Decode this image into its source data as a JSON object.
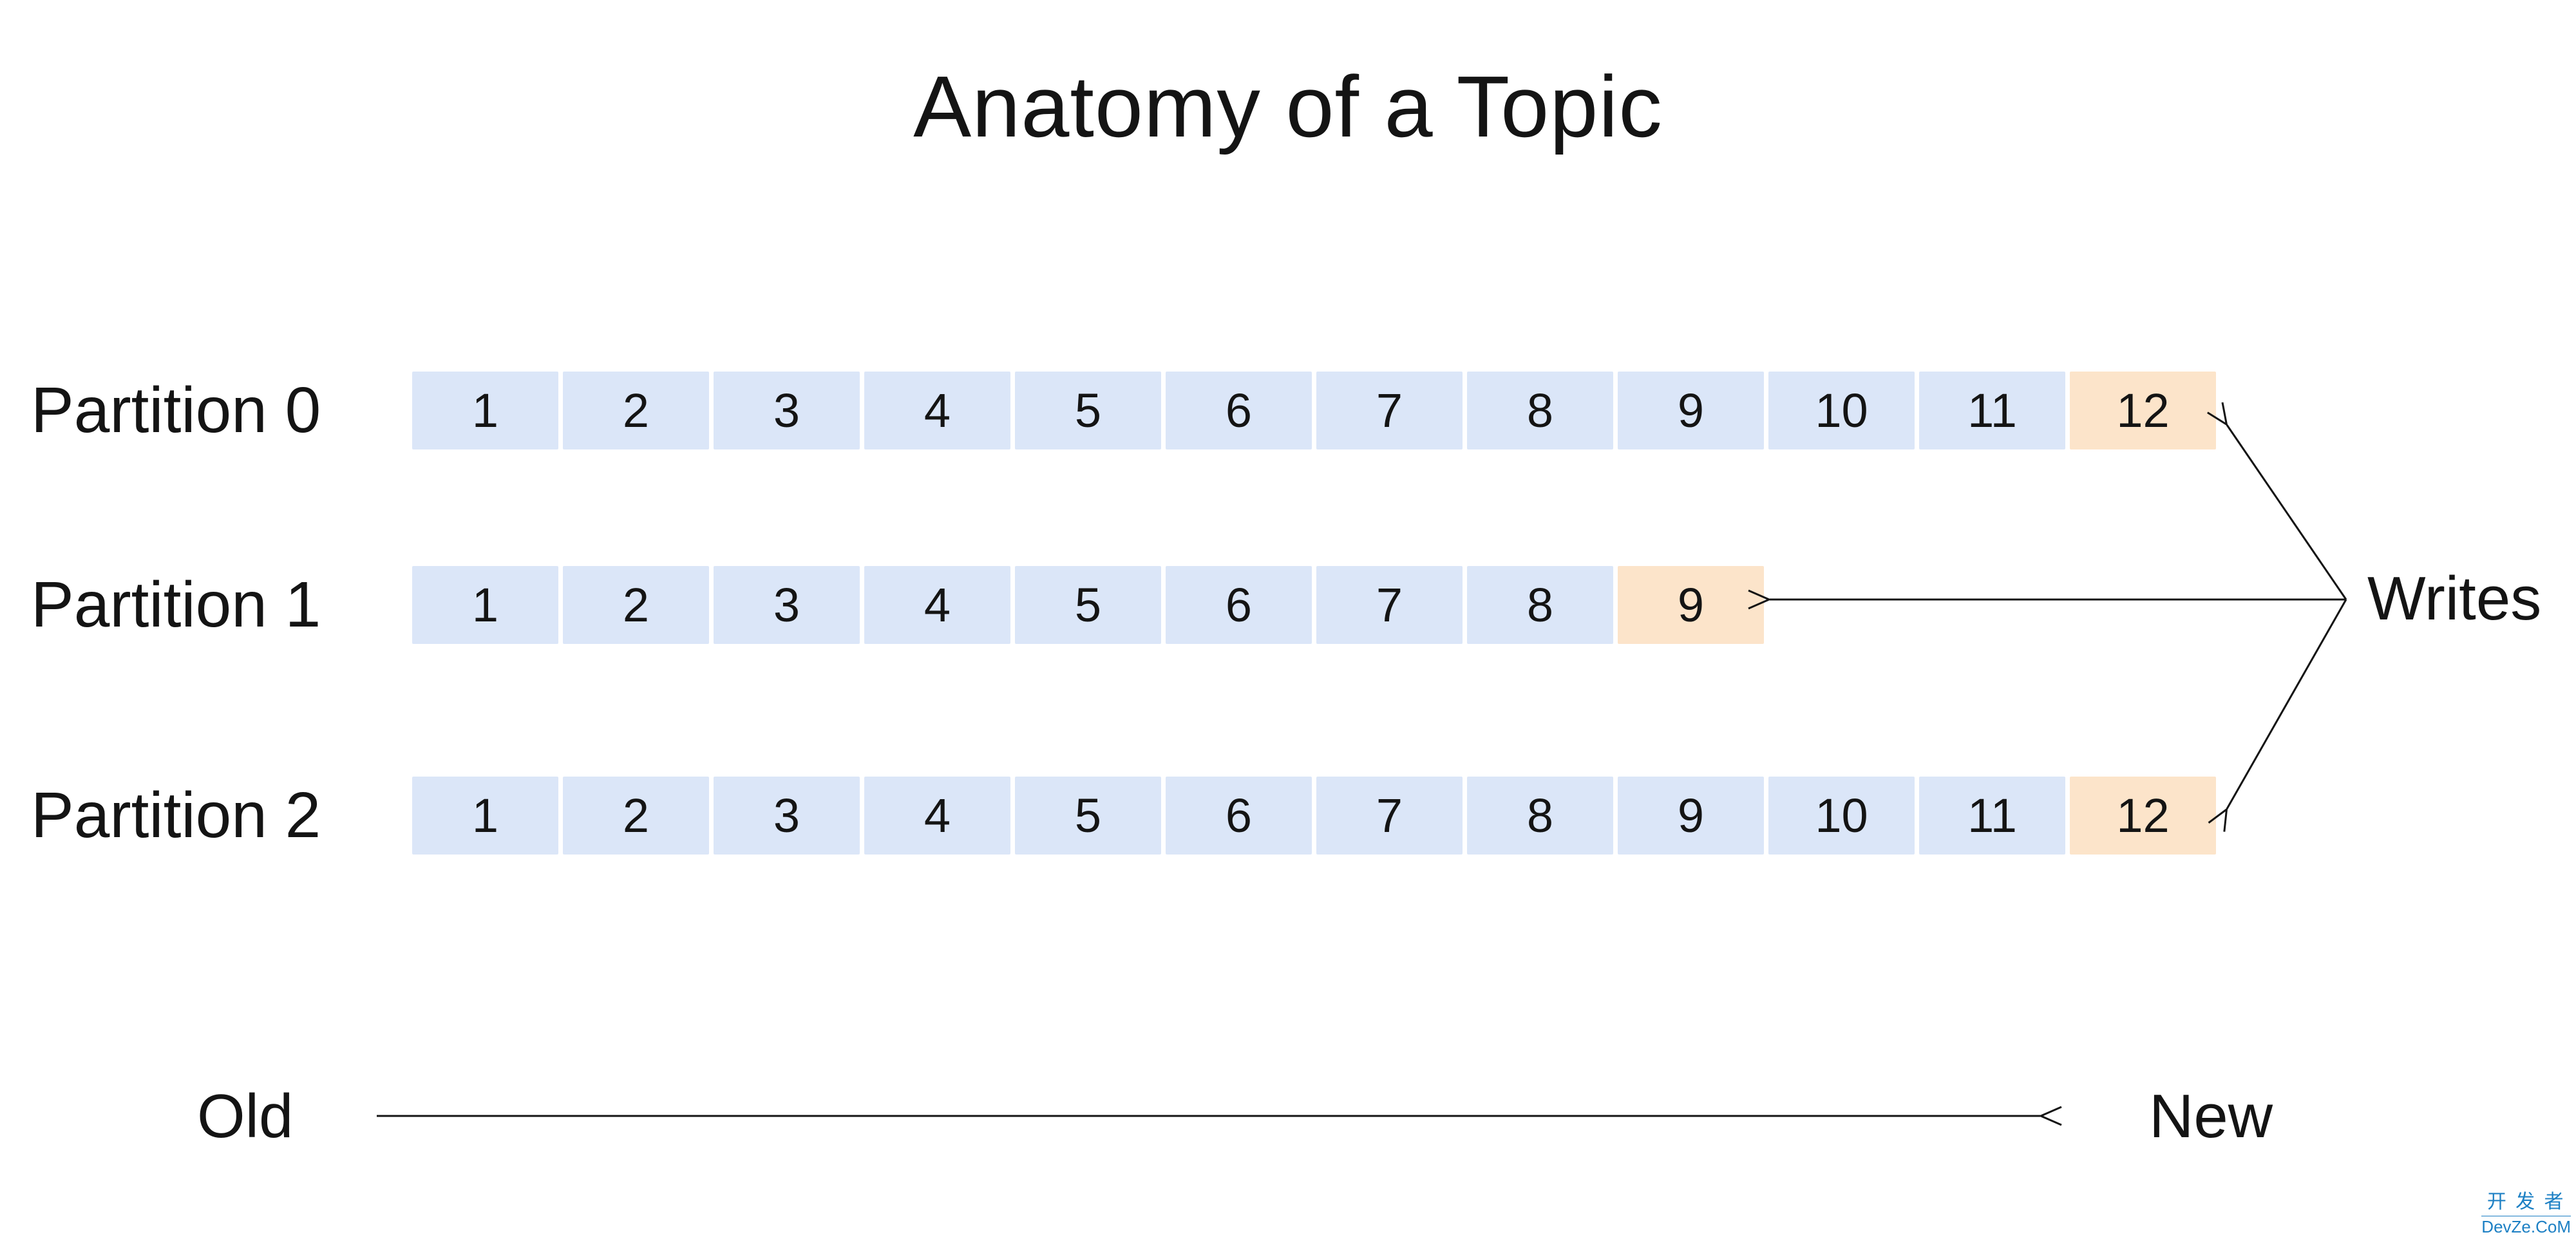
{
  "title": "Anatomy of a Topic",
  "partitions": [
    {
      "label": "Partition 0",
      "cells": [
        "1",
        "2",
        "3",
        "4",
        "5",
        "6",
        "7",
        "8",
        "9",
        "10",
        "11",
        "12"
      ],
      "highlighted_cell": "12"
    },
    {
      "label": "Partition 1",
      "cells": [
        "1",
        "2",
        "3",
        "4",
        "5",
        "6",
        "7",
        "8",
        "9"
      ],
      "highlighted_cell": "9"
    },
    {
      "label": "Partition 2",
      "cells": [
        "1",
        "2",
        "3",
        "4",
        "5",
        "6",
        "7",
        "8",
        "9",
        "10",
        "11",
        "12"
      ],
      "highlighted_cell": "12"
    }
  ],
  "writes": {
    "label": "Writes"
  },
  "timeline": {
    "old_label": "Old",
    "new_label": "New"
  },
  "watermark": {
    "line1": "开 发 者",
    "line2": "DevZe.CoM",
    "color": "#1d80c4"
  },
  "colors": {
    "background": "#ffffff",
    "cell_default": "#dbe6f8",
    "cell_highlight": "#fce4ca",
    "text": "#141414",
    "arrow": "#141414"
  }
}
